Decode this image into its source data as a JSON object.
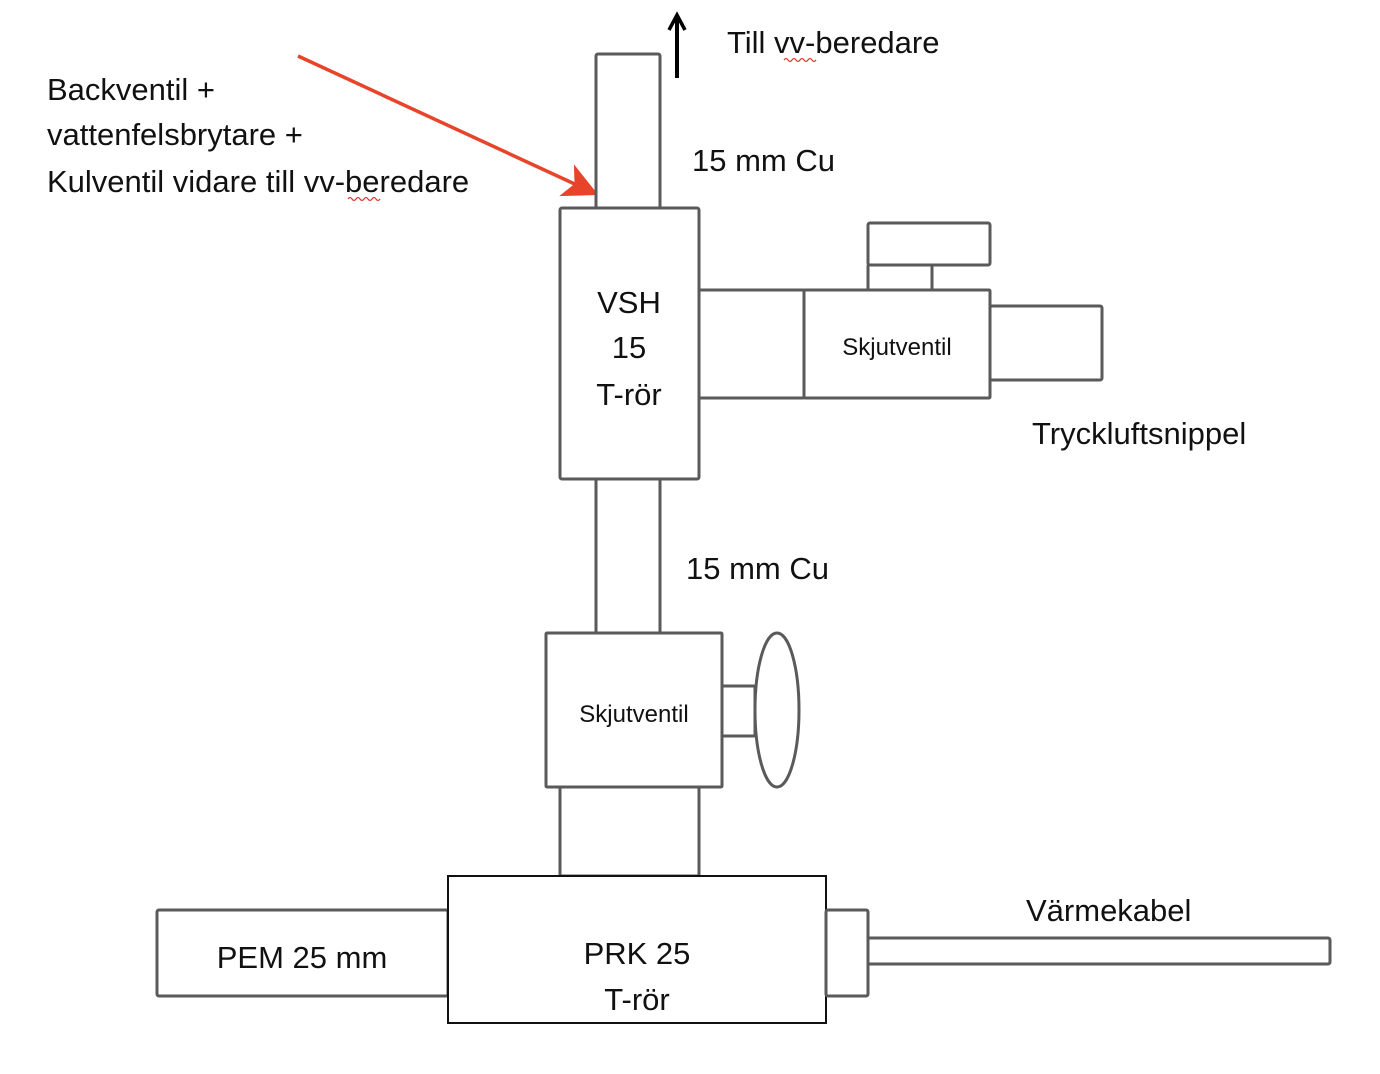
{
  "diagram": {
    "title": "",
    "accent_color": "#e8442a",
    "labels": {
      "top_destination": "Till vv-beredare",
      "annotation_lines": [
        "Backventil +",
        "vattenfelsbrytare +",
        "Kulventil vidare till vv-beredare"
      ],
      "pipe_upper": "15 mm Cu",
      "pipe_lower": "15 mm Cu",
      "tee_upper_lines": [
        "VSH",
        "15",
        "T-rör"
      ],
      "valve_side": "Skjutventil",
      "nipple": "Tryckluftsnippel",
      "valve_main": "Skjutventil",
      "pem": "PEM 25 mm",
      "tee_lower_lines": [
        "PRK 25",
        "T-rör"
      ],
      "heating_cable": "Värmekabel"
    },
    "components": [
      {
        "id": "pipe-top",
        "type": "pipe",
        "material": "15 mm Cu"
      },
      {
        "id": "tee-vsh-15",
        "type": "tee",
        "name": "VSH 15 T-rör"
      },
      {
        "id": "side-valve",
        "type": "valve",
        "name": "Skjutventil"
      },
      {
        "id": "compressed-air-nipple",
        "type": "nipple",
        "name": "Tryckluftsnippel"
      },
      {
        "id": "pipe-middle",
        "type": "pipe",
        "material": "15 mm Cu"
      },
      {
        "id": "main-valve",
        "type": "valve",
        "name": "Skjutventil",
        "handle": "wheel"
      },
      {
        "id": "tee-prk-25",
        "type": "tee",
        "name": "PRK 25 T-rör"
      },
      {
        "id": "pem-pipe",
        "type": "pipe",
        "material": "PEM 25 mm"
      },
      {
        "id": "heating-cable",
        "type": "cable",
        "name": "Värmekabel"
      }
    ],
    "spellcheck_marked_words": [
      "vv"
    ]
  }
}
